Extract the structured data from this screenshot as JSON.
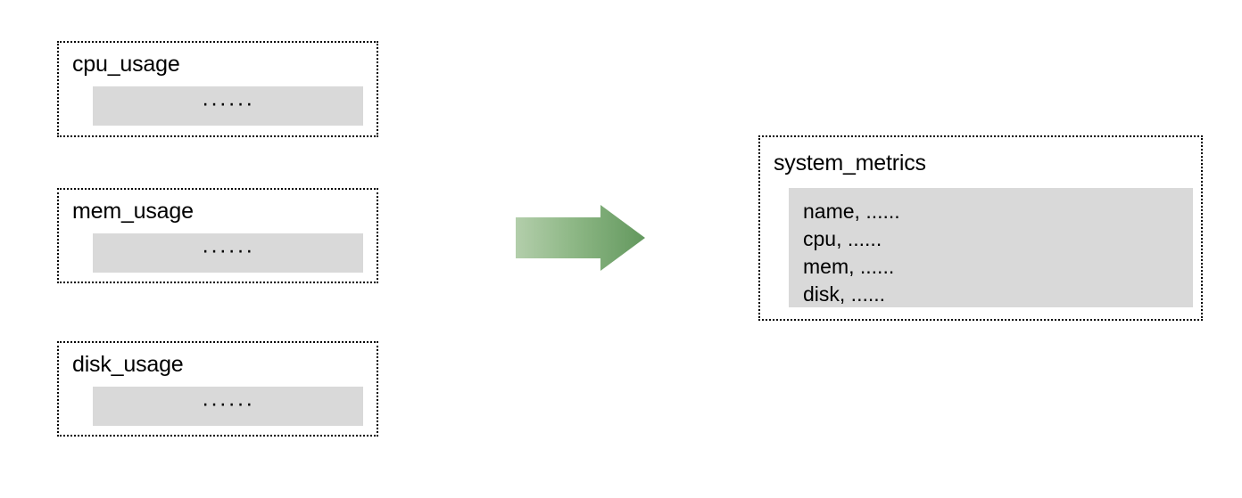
{
  "diagram": {
    "title": "",
    "colors": {
      "box_border": "#000000",
      "box_fill": "#ffffff",
      "payload_fill": "#d9d9d9",
      "arrow_light": "#a8c9a0",
      "arrow_dark": "#63985e",
      "text": "#000000"
    },
    "sources": [
      {
        "id": "cpu-usage",
        "label": "cpu_usage",
        "payload": "······"
      },
      {
        "id": "mem-usage",
        "label": "mem_usage",
        "payload": "······"
      },
      {
        "id": "disk-usage",
        "label": "disk_usage",
        "payload": "······"
      }
    ],
    "arrow": {
      "name": "merge-arrow",
      "direction": "right"
    },
    "target": {
      "id": "system-metrics",
      "label": "system_metrics",
      "rows": [
        "name, ......",
        "cpu, ......",
        "mem, ......",
        "disk, ......"
      ]
    }
  }
}
